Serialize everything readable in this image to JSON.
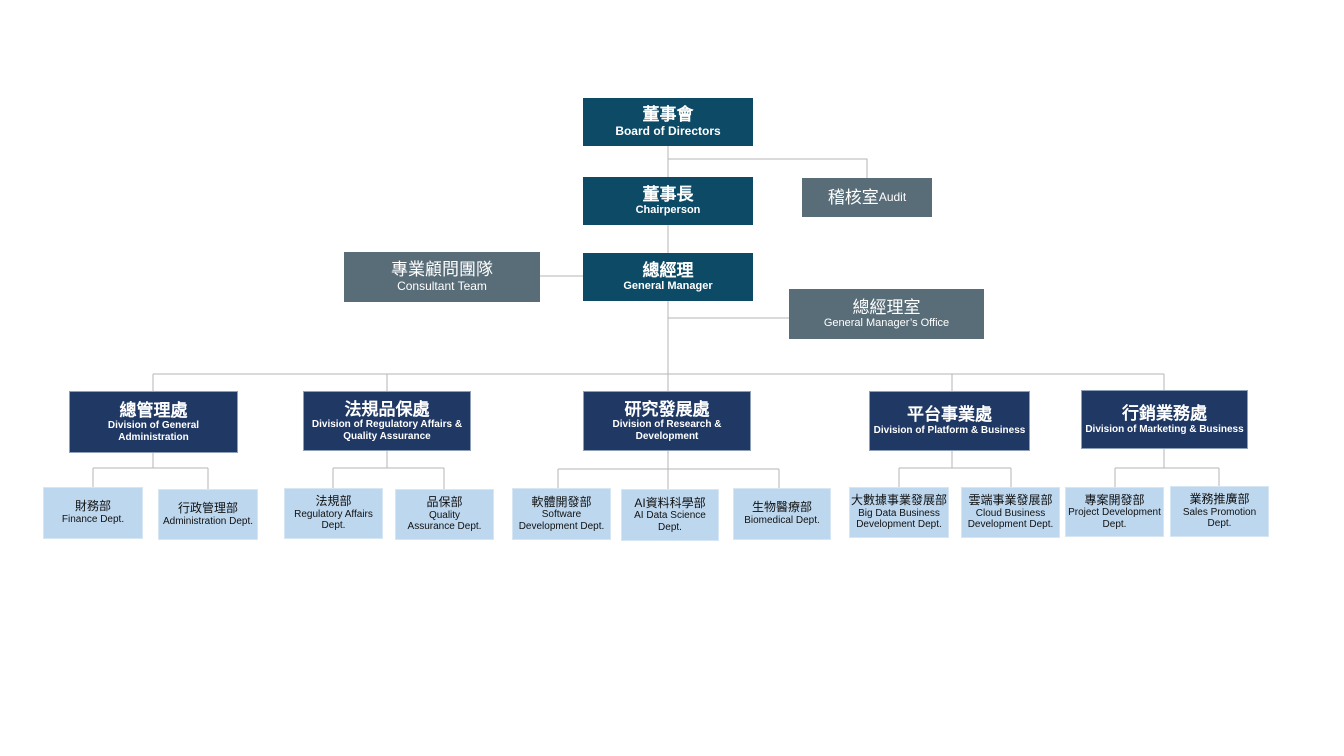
{
  "board": {
    "zh": "董事會",
    "en": "Board of Directors"
  },
  "chair": {
    "zh": "董事長",
    "en": "Chairperson"
  },
  "audit": {
    "zh": "稽核室",
    "en": "Audit"
  },
  "consultant": {
    "zh": "專業顧問團隊",
    "en": "Consultant Team"
  },
  "gm": {
    "zh": "總經理",
    "en": "General Manager"
  },
  "gm_office": {
    "zh": "總經理室",
    "en": "General Manager’s Office"
  },
  "divisions": [
    {
      "zh": "總管理處",
      "en": "Division of General Administration",
      "depts": [
        {
          "zh": "財務部",
          "en": "Finance Dept."
        },
        {
          "zh": "行政管理部",
          "en": "Administration Dept."
        }
      ]
    },
    {
      "zh": "法規品保處",
      "en": "Division of Regulatory Affairs & Quality Assurance",
      "depts": [
        {
          "zh": "法規部",
          "en": "Regulatory Affairs Dept."
        },
        {
          "zh": "品保部",
          "en": "Quality Assurance Dept."
        }
      ]
    },
    {
      "zh": "研究發展處",
      "en": "Division of Research & Development",
      "depts": [
        {
          "zh": "軟體開發部",
          "en": "Software Development Dept."
        },
        {
          "zh": "AI資料科學部",
          "en": "AI Data Science Dept."
        },
        {
          "zh": "生物醫療部",
          "en": "Biomedical Dept."
        }
      ]
    },
    {
      "zh": "平台事業處",
      "en": "Division of Platform & Business",
      "depts": [
        {
          "zh": "大數據事業發展部",
          "en": "Big Data Business Development Dept."
        },
        {
          "zh": "雲端事業發展部",
          "en": "Cloud Business Development Dept."
        }
      ]
    },
    {
      "zh": "行銷業務處",
      "en": "Division of Marketing & Business",
      "depts": [
        {
          "zh": "專案開發部",
          "en": "Project Development Dept."
        },
        {
          "zh": "業務推廣部",
          "en": "Sales Promotion Dept."
        }
      ]
    }
  ]
}
